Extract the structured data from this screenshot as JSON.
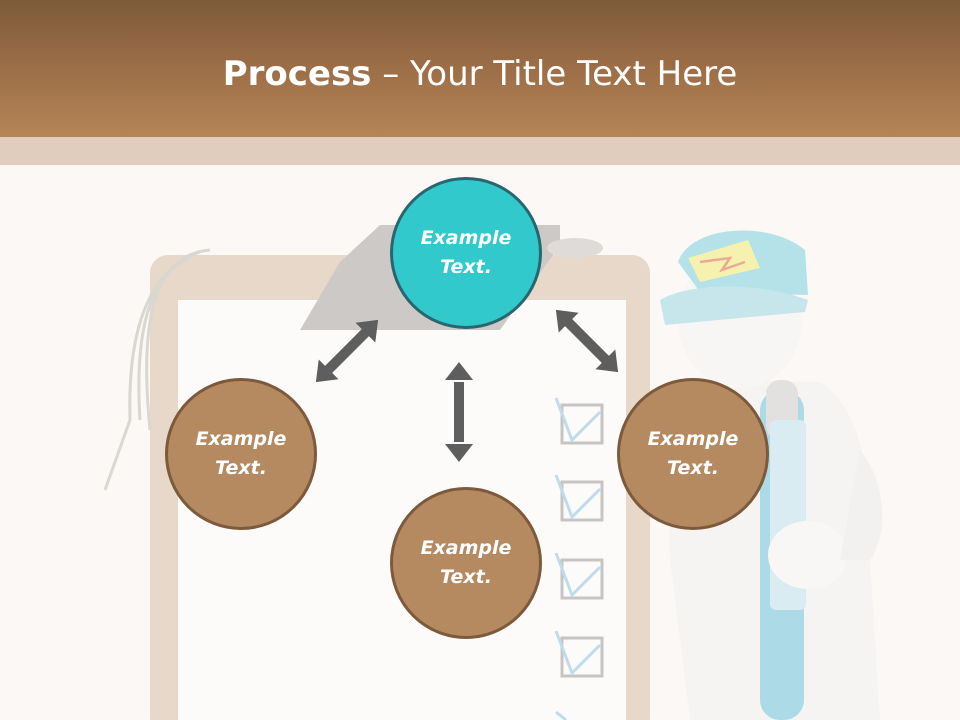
{
  "title": {
    "bold": "Process",
    "rest": " – Your Title Text Here"
  },
  "nodes": {
    "top": "Example\nText.",
    "left": "Example\nText.",
    "right": "Example\nText.",
    "bottom": "Example\nText."
  },
  "colors": {
    "header": "#9a6c45",
    "band": "#e0cdbd",
    "background": "#fbf8f5",
    "accent_circle": "#31c9cb",
    "accent_border": "#2a6670",
    "brown_circle": "#b58a60",
    "brown_border": "#7c5a3b",
    "arrow": "#5e5e5e"
  },
  "icons": [
    "clipboard-illustration",
    "worker-figure",
    "checkbox-icon",
    "double-arrow-icon"
  ]
}
